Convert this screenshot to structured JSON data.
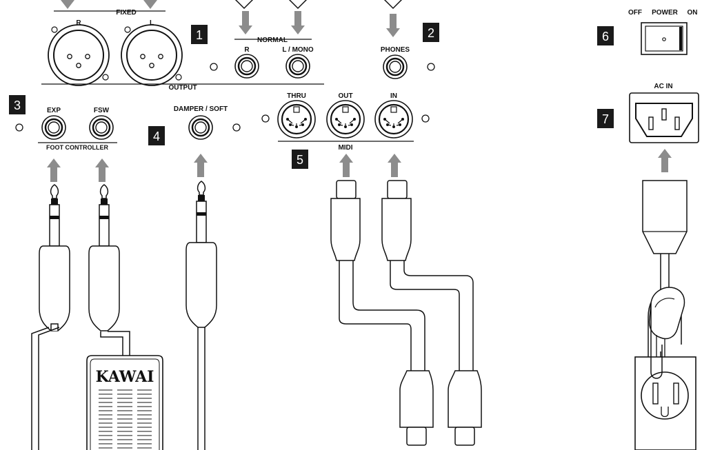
{
  "labels": {
    "fixed": "FIXED",
    "xlr_r": "R",
    "xlr_l": "L",
    "normal": "NORMAL",
    "normal_r": "R",
    "normal_lmono": "L / MONO",
    "output": "OUTPUT",
    "phones": "PHONES",
    "exp": "EXP",
    "fsw": "FSW",
    "foot_controller": "FOOT CONTROLLER",
    "damper_soft": "DAMPER / SOFT",
    "thru": "THRU",
    "out": "OUT",
    "in": "IN",
    "midi": "MIDI",
    "off": "OFF",
    "power": "POWER",
    "on": "ON",
    "ac_in": "AC IN",
    "pedal_brand": "KAWAI"
  },
  "badges": {
    "b1": "1",
    "b2": "2",
    "b3": "3",
    "b4": "4",
    "b5": "5",
    "b6": "6",
    "b7": "7"
  },
  "colors": {
    "arrow": "#8c8c8c",
    "badge": "#1a1a1a",
    "line": "#111111"
  }
}
